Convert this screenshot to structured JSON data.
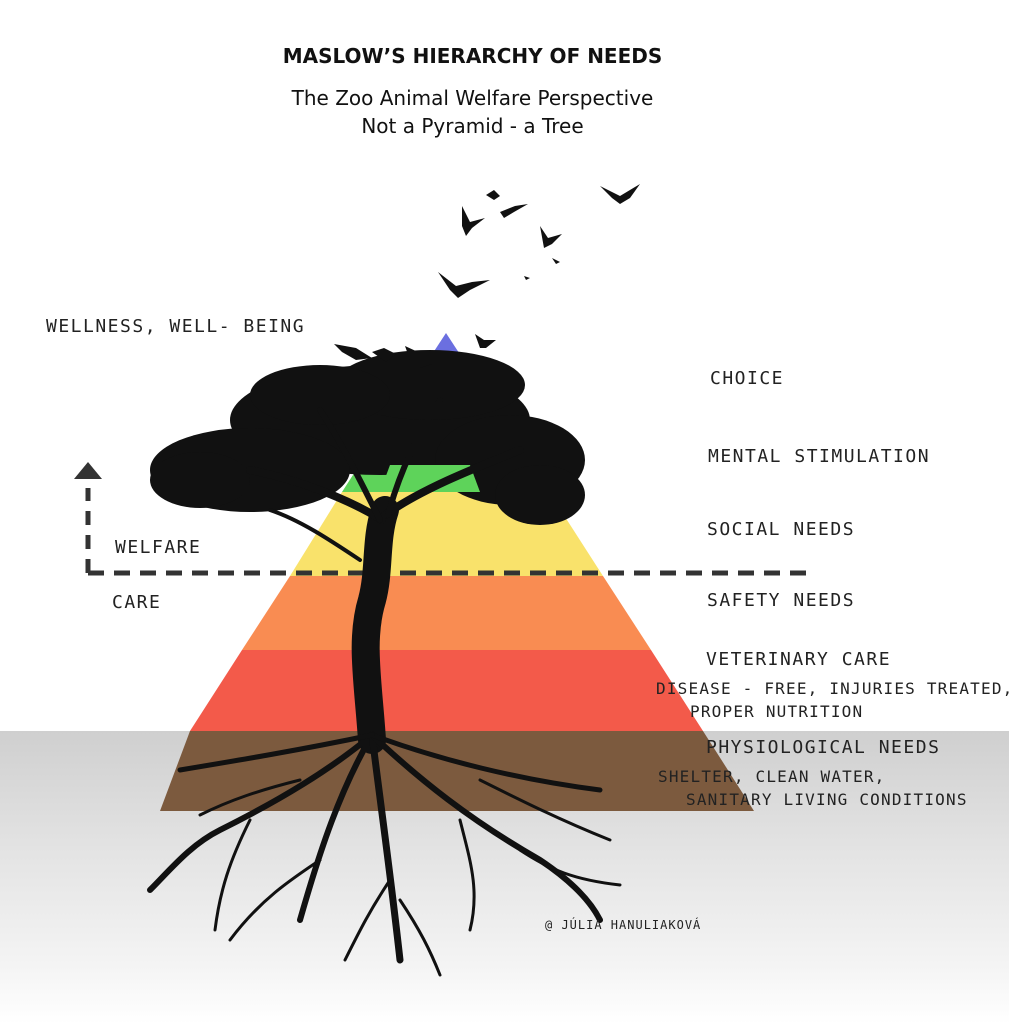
{
  "title": "MASLOW’S HIERARCHY OF NEEDS",
  "subtitle_line1": "The Zoo Animal Welfare Perspective",
  "subtitle_line2": "Not a Pyramid - a Tree",
  "side_labels": {
    "top": "WELLNESS, WELL- BEING",
    "welfare": "WELFARE",
    "care": "CARE"
  },
  "levels": [
    {
      "label": "CHOICE",
      "color": "#6b6fe0"
    },
    {
      "label": "MENTAL STIMULATION",
      "color": "#5ed35a"
    },
    {
      "label": "SOCIAL NEEDS",
      "color": "#f9e26b"
    },
    {
      "label": "SAFETY NEEDS",
      "color": "#f98c52"
    },
    {
      "label": "VETERINARY CARE",
      "detail_line1": "DISEASE - FREE, INJURIES TREATED,",
      "detail_line2": "PROPER NUTRITION",
      "color": "#f35a4a"
    },
    {
      "label": "PHYSIOLOGICAL NEEDS",
      "detail_line1": "SHELTER, CLEAN WATER,",
      "detail_line2": "SANITARY LIVING CONDITIONS",
      "color": "#7c5a3e"
    }
  ],
  "credit": "@ JÚLIA HANULIAKOVÁ"
}
